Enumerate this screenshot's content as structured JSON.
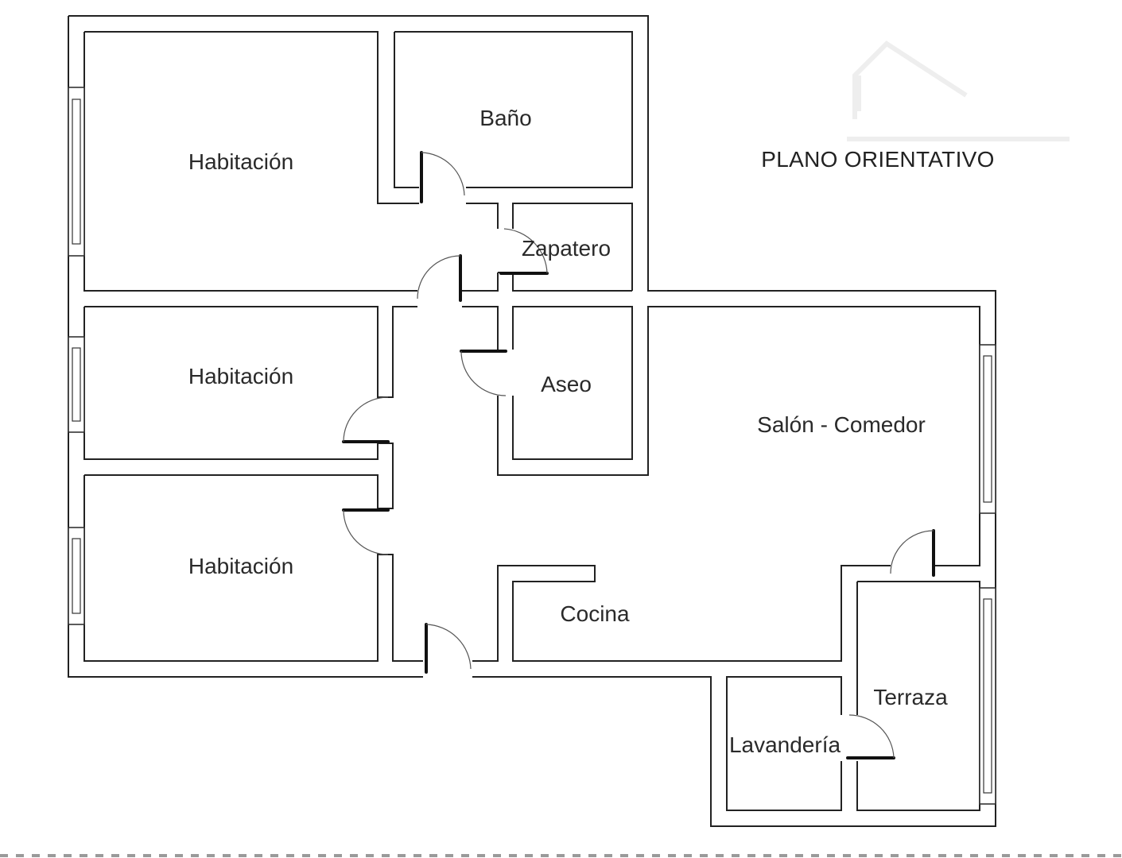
{
  "plan": {
    "title": "PLANO ORIENTATIVO",
    "rooms": [
      {
        "id": "habitacion-1",
        "label": "Habitación"
      },
      {
        "id": "bano",
        "label": "Baño"
      },
      {
        "id": "zapatero",
        "label": "Zapatero"
      },
      {
        "id": "habitacion-2",
        "label": "Habitación"
      },
      {
        "id": "aseo",
        "label": "Aseo"
      },
      {
        "id": "salon-comedor",
        "label": "Salón - Comedor"
      },
      {
        "id": "habitacion-3",
        "label": "Habitación"
      },
      {
        "id": "cocina",
        "label": "Cocina"
      },
      {
        "id": "terraza",
        "label": "Terraza"
      },
      {
        "id": "lavanderia",
        "label": "Lavandería"
      }
    ]
  },
  "colors": {
    "wall": "#222222",
    "door": "#111111",
    "watermark": "#eeeeee",
    "dashed_border": "#9a9a9a"
  }
}
